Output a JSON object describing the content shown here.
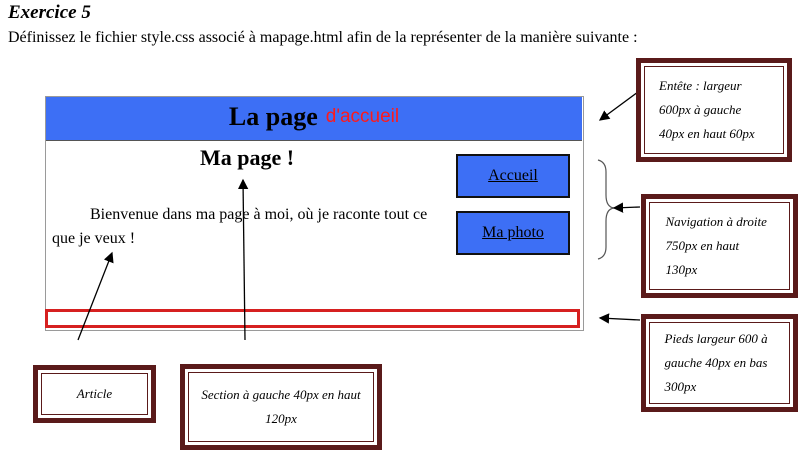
{
  "exercise": {
    "title": "Exercice 5",
    "instruction": "Définissez le fichier style.css associé à mapage.html afin de la représenter de la manière suivante :"
  },
  "mockup": {
    "header_title": "La page",
    "header_subtitle": "d'accueil",
    "section_title": "Ma page !",
    "article_text": "Bienvenue dans ma page à moi, où je raconte tout ce que je veux !",
    "nav_links": [
      "Accueil",
      "Ma photo"
    ],
    "colors": {
      "header_bg": "#3d6ff5",
      "subtitle": "#ff1a1a",
      "footer_border": "#d62020",
      "frame": "#5a1a1a"
    }
  },
  "callouts": {
    "entete": "Entête : largeur 600px à gauche 40px en haut 60px",
    "navigation": "Navigation à droite 750px en haut 130px",
    "pieds": "Pieds largeur 600 à gauche 40px en bas 300px",
    "article": "Article",
    "section": "Section à gauche 40px en haut 120px"
  }
}
